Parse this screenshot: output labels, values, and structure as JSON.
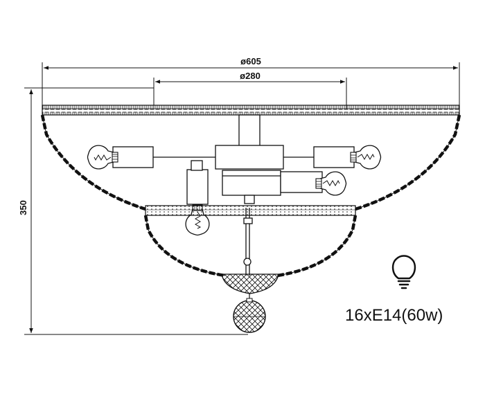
{
  "dimensions": {
    "overall_diameter": "ø605",
    "canopy_diameter": "ø280",
    "height": "350"
  },
  "spec": {
    "bulbs": "16xE14(60w)",
    "icon": "light-bulb-icon"
  },
  "colors": {
    "line": "#111111",
    "background": "#ffffff"
  }
}
